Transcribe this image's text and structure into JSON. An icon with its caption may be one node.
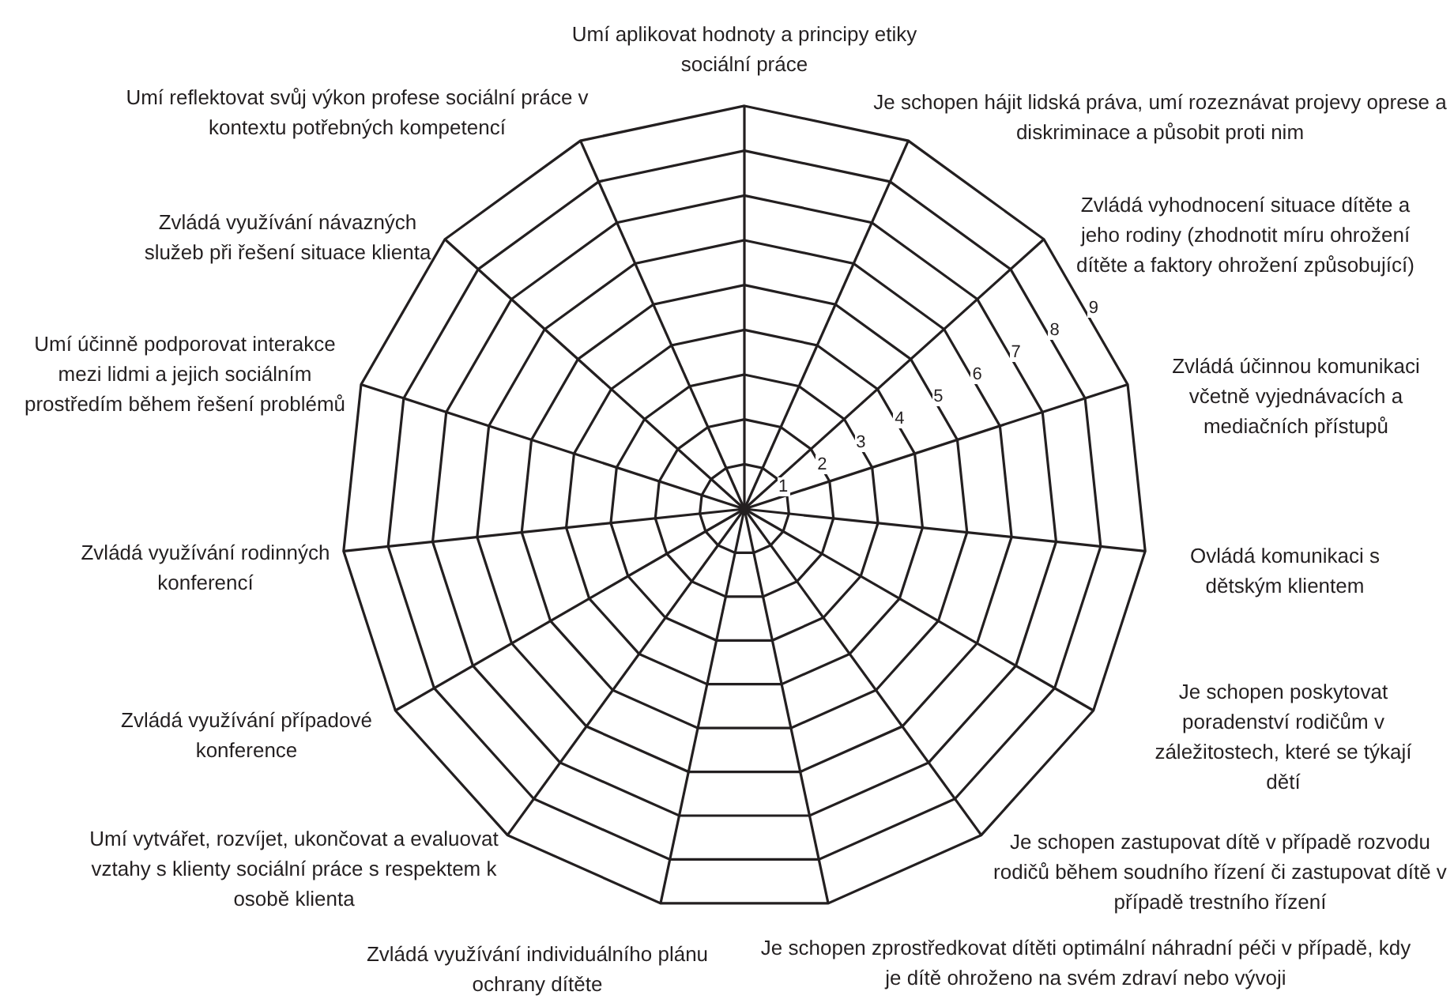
{
  "diagram": {
    "labels": [
      "Umí aplikovat hodnoty a principy etiky sociální práce",
      "Je schopen hájit lidská práva, umí rozeznávat projevy oprese a diskriminace a působit proti nim",
      "Zvládá vyhodnocení situace dítěte a jeho rodiny (zhodnotit míru ohrožení dítěte a faktory ohrožení způsobující)",
      "Zvládá účinnou komunikaci včetně vyjednávacích a mediačních přístupů",
      "Ovládá komunikaci s dětským klientem",
      "Je schopen poskytovat poradenství rodičům v záležitostech, které se týkají dětí",
      "Je schopen zastupovat dítě v případě rozvodu rodičů během soudního řízení či zastupovat dítě v případě trestního řízení",
      "Je schopen zprostředkovat dítěti optimální náhradní péči v případě, kdy je dítě ohroženo na svém zdraví nebo vývoji",
      "Zvládá využívání individuálního plánu ochrany dítěte",
      "Umí vytvářet, rozvíjet, ukončovat a evaluovat vztahy s klienty sociální práce s respektem k osobě klienta",
      "Zvládá využívání případové konference",
      "Zvládá využívání rodinných konferencí",
      "Umí účinně podporovat interakce mezi lidmi a jejich sociálním prostředím během řešení problémů",
      "Zvládá využívání návazných služeb při řešení situace klienta",
      "Umí reflektovat svůj výkon profese sociální práce v kontextu potřebných kompetencí",
      "1",
      "2",
      "3",
      "4",
      "5",
      "6",
      "7",
      "8",
      "9"
    ]
  }
}
